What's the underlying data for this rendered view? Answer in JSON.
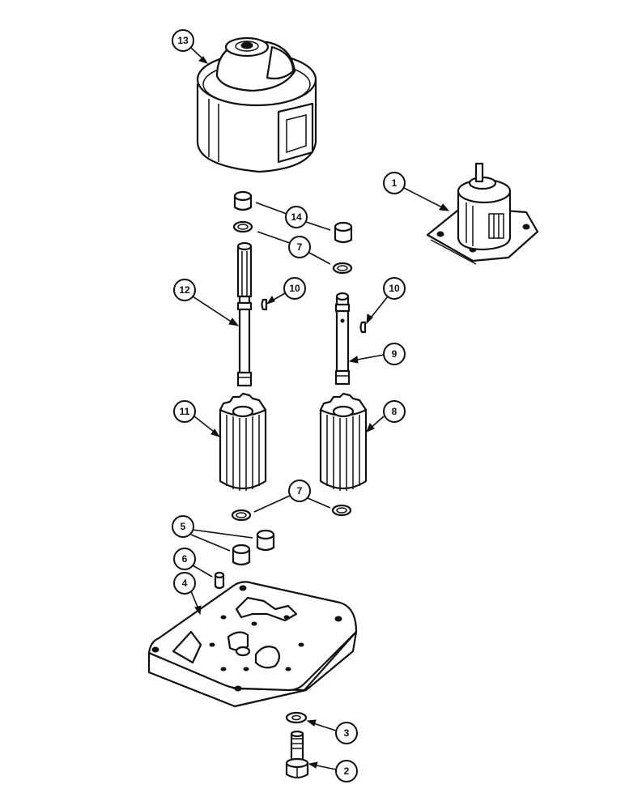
{
  "callouts": [
    {
      "id": "13",
      "label": "13"
    },
    {
      "id": "1",
      "label": "1"
    },
    {
      "id": "14",
      "label": "14"
    },
    {
      "id": "7a",
      "label": "7"
    },
    {
      "id": "12",
      "label": "12"
    },
    {
      "id": "10a",
      "label": "10"
    },
    {
      "id": "10b",
      "label": "10"
    },
    {
      "id": "9",
      "label": "9"
    },
    {
      "id": "11",
      "label": "11"
    },
    {
      "id": "8",
      "label": "8"
    },
    {
      "id": "7b",
      "label": "7"
    },
    {
      "id": "5",
      "label": "5"
    },
    {
      "id": "6",
      "label": "6"
    },
    {
      "id": "4",
      "label": "4"
    },
    {
      "id": "3",
      "label": "3"
    },
    {
      "id": "2",
      "label": "2"
    }
  ],
  "parts": [
    {
      "id": "13",
      "icon": "pump-housing-icon"
    },
    {
      "id": "1",
      "icon": "pump-assembly-icon"
    },
    {
      "id": "14",
      "icon": "bushing-icon"
    },
    {
      "id": "7",
      "icon": "snap-ring-icon"
    },
    {
      "id": "12",
      "icon": "drive-shaft-icon"
    },
    {
      "id": "10",
      "icon": "woodruff-key-icon"
    },
    {
      "id": "9",
      "icon": "idler-shaft-icon"
    },
    {
      "id": "11",
      "icon": "drive-gear-icon"
    },
    {
      "id": "8",
      "icon": "idler-gear-icon"
    },
    {
      "id": "5",
      "icon": "bushing-icon"
    },
    {
      "id": "6",
      "icon": "dowel-pin-icon"
    },
    {
      "id": "4",
      "icon": "cover-plate-icon"
    },
    {
      "id": "3",
      "icon": "washer-icon"
    },
    {
      "id": "2",
      "icon": "bolt-icon"
    }
  ]
}
